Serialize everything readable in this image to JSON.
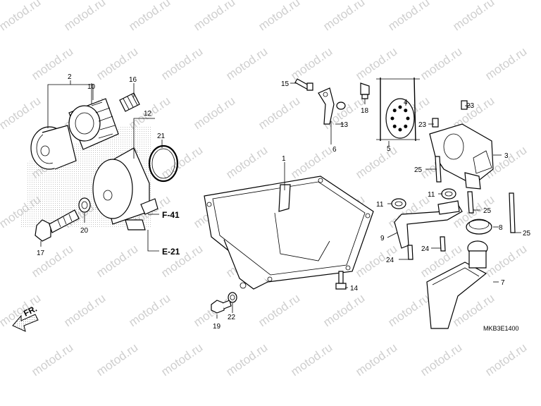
{
  "diagram": {
    "watermark": "motod.ru",
    "drawing_code": "MKB3E1400",
    "front_indicator": "FR.",
    "references": [
      {
        "id": "ref-f41",
        "text": "F-41"
      },
      {
        "id": "ref-e21",
        "text": "E-21"
      }
    ],
    "callouts": [
      {
        "text": "1"
      },
      {
        "text": "2"
      },
      {
        "text": "3"
      },
      {
        "text": "4"
      },
      {
        "text": "5"
      },
      {
        "text": "6"
      },
      {
        "text": "7"
      },
      {
        "text": "8"
      },
      {
        "text": "9"
      },
      {
        "text": "10"
      },
      {
        "text": "11"
      },
      {
        "text": "11"
      },
      {
        "text": "12"
      },
      {
        "text": "13"
      },
      {
        "text": "14"
      },
      {
        "text": "15"
      },
      {
        "text": "16"
      },
      {
        "text": "17"
      },
      {
        "text": "18"
      },
      {
        "text": "19"
      },
      {
        "text": "20"
      },
      {
        "text": "21"
      },
      {
        "text": "22"
      },
      {
        "text": "23"
      },
      {
        "text": "23"
      },
      {
        "text": "24"
      },
      {
        "text": "24"
      },
      {
        "text": "25"
      },
      {
        "text": "25"
      },
      {
        "text": "25"
      }
    ]
  }
}
